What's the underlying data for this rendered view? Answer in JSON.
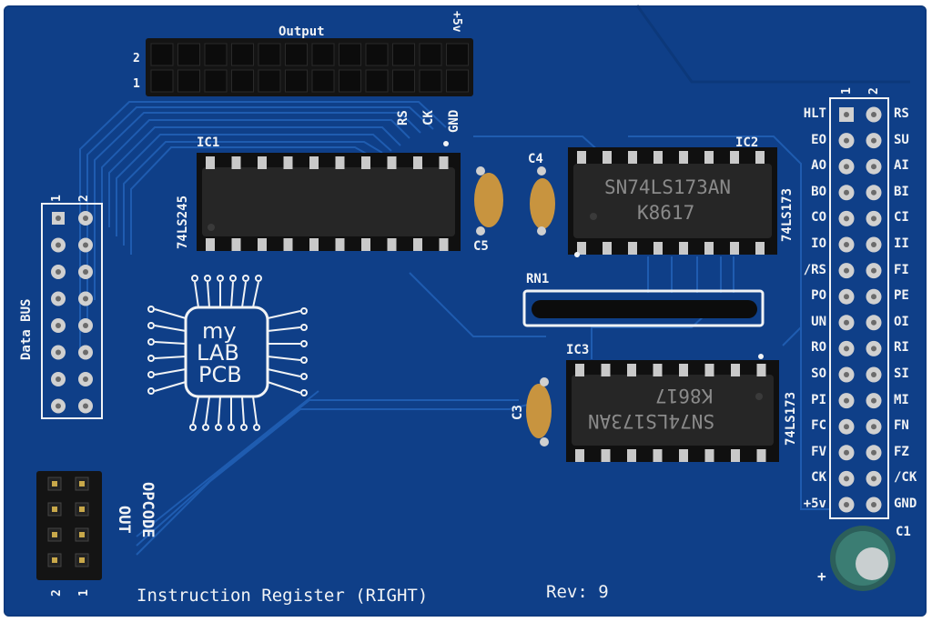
{
  "colors": {
    "pcb": "#0f3f88",
    "silkscreen": "#f1f3f5",
    "chip": "#1b1b1b",
    "pad": "#c9c9c9",
    "capacitor": "#c8943f"
  },
  "header_output": {
    "title": "Output",
    "plus5v": "+5v",
    "row2": "2",
    "row1": "1",
    "sig_rs": "RS",
    "sig_ck": "CK",
    "sig_gnd": "GND"
  },
  "ic1": {
    "designator": "IC1",
    "part": "74LS245"
  },
  "ic2": {
    "designator": "IC2",
    "part": "74LS173",
    "marking_line1": "SN74LS173AN",
    "marking_line2": "K8617"
  },
  "ic3": {
    "designator": "IC3",
    "part": "74LS173",
    "marking_line1": "SN74LS173AN",
    "marking_line2": "K8617"
  },
  "caps": {
    "c1": "C1",
    "c3": "C3",
    "c4": "C4",
    "c5": "C5",
    "polarity": "+"
  },
  "rn1": "RN1",
  "data_bus": {
    "title": "Data BUS",
    "col1": "1",
    "col2": "2"
  },
  "opcode": {
    "title": "OPCODE",
    "out": "OUT",
    "col2": "2",
    "col1": "1"
  },
  "logo": {
    "line1": "my",
    "line2": "LAB",
    "line3": "PCB"
  },
  "bottom_text": {
    "title": "Instruction Register (RIGHT)",
    "rev": "Rev: 9"
  },
  "right_header": {
    "col1": "1",
    "col2": "2",
    "left_labels": [
      "HLT",
      "EO",
      "AO",
      "BO",
      "CO",
      "IO",
      "/RS",
      "PO",
      "UN",
      "RO",
      "SO",
      "PI",
      "FC",
      "FV",
      "CK",
      "+5v"
    ],
    "right_labels": [
      "RS",
      "SU",
      "AI",
      "BI",
      "CI",
      "II",
      "FI",
      "PE",
      "OI",
      "RI",
      "SI",
      "MI",
      "FN",
      "FZ",
      "/CK",
      "GND"
    ]
  }
}
